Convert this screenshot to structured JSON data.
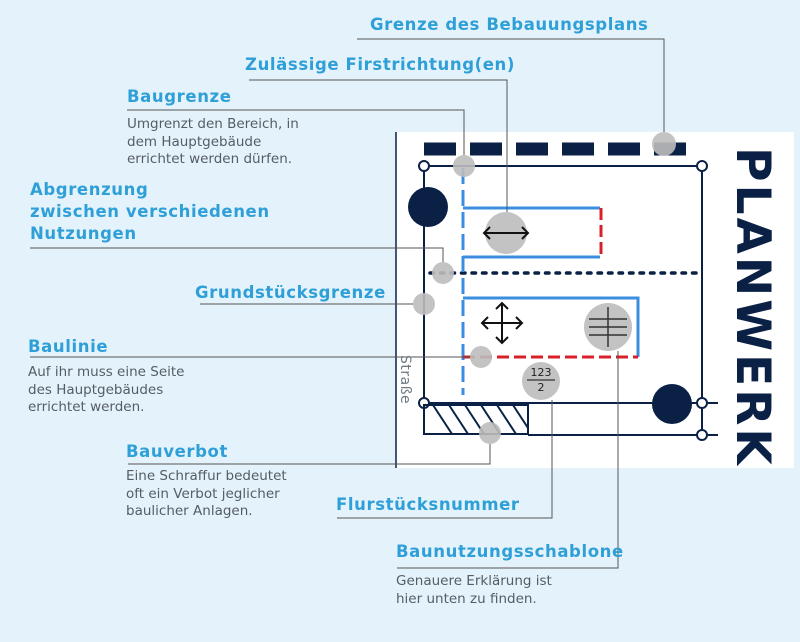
{
  "brand": {
    "logo_text": "PLANWERK"
  },
  "plan": {
    "street_label": "Straße",
    "parcel_number_top": "123",
    "parcel_number_bottom": "2"
  },
  "legend": {
    "grenze_bebauungsplan": {
      "title": "Grenze des Bebauungsplans"
    },
    "firstrichtung": {
      "title": "Zulässige Firstrichtung(en)"
    },
    "baugrenze": {
      "title": "Baugrenze",
      "desc": [
        "Umgrenzt den Bereich, in",
        "dem Hauptgebäude",
        "errichtet werden dürfen."
      ]
    },
    "abgrenzung": {
      "title": [
        "Abgrenzung",
        "zwischen verschiedenen",
        "Nutzungen"
      ]
    },
    "grundstuecksgrenze": {
      "title": "Grundstücksgrenze"
    },
    "baulinie": {
      "title": "Baulinie",
      "desc": [
        "Auf ihr muss eine Seite",
        "des Hauptgebäudes",
        "errichtet werden."
      ]
    },
    "bauverbot": {
      "title": "Bauverbot",
      "desc": [
        "Eine Schraffur bedeutet",
        "oft ein Verbot jeglicher",
        "baulicher Anlagen."
      ]
    },
    "flurstuecksnummer": {
      "title": "Flurstücksnummer"
    },
    "baunutzungsschablone": {
      "title": "Baunutzungsschablone",
      "desc": [
        "Genauere Erklärung ist",
        "hier unten zu finden."
      ]
    }
  },
  "colors": {
    "navy": "#0a2145",
    "blue": "#3b8de0",
    "red": "#d8202a",
    "label_blue": "#2f9fd8",
    "background": "#e4f3fb",
    "marker_gray": "#bdbdbd"
  }
}
